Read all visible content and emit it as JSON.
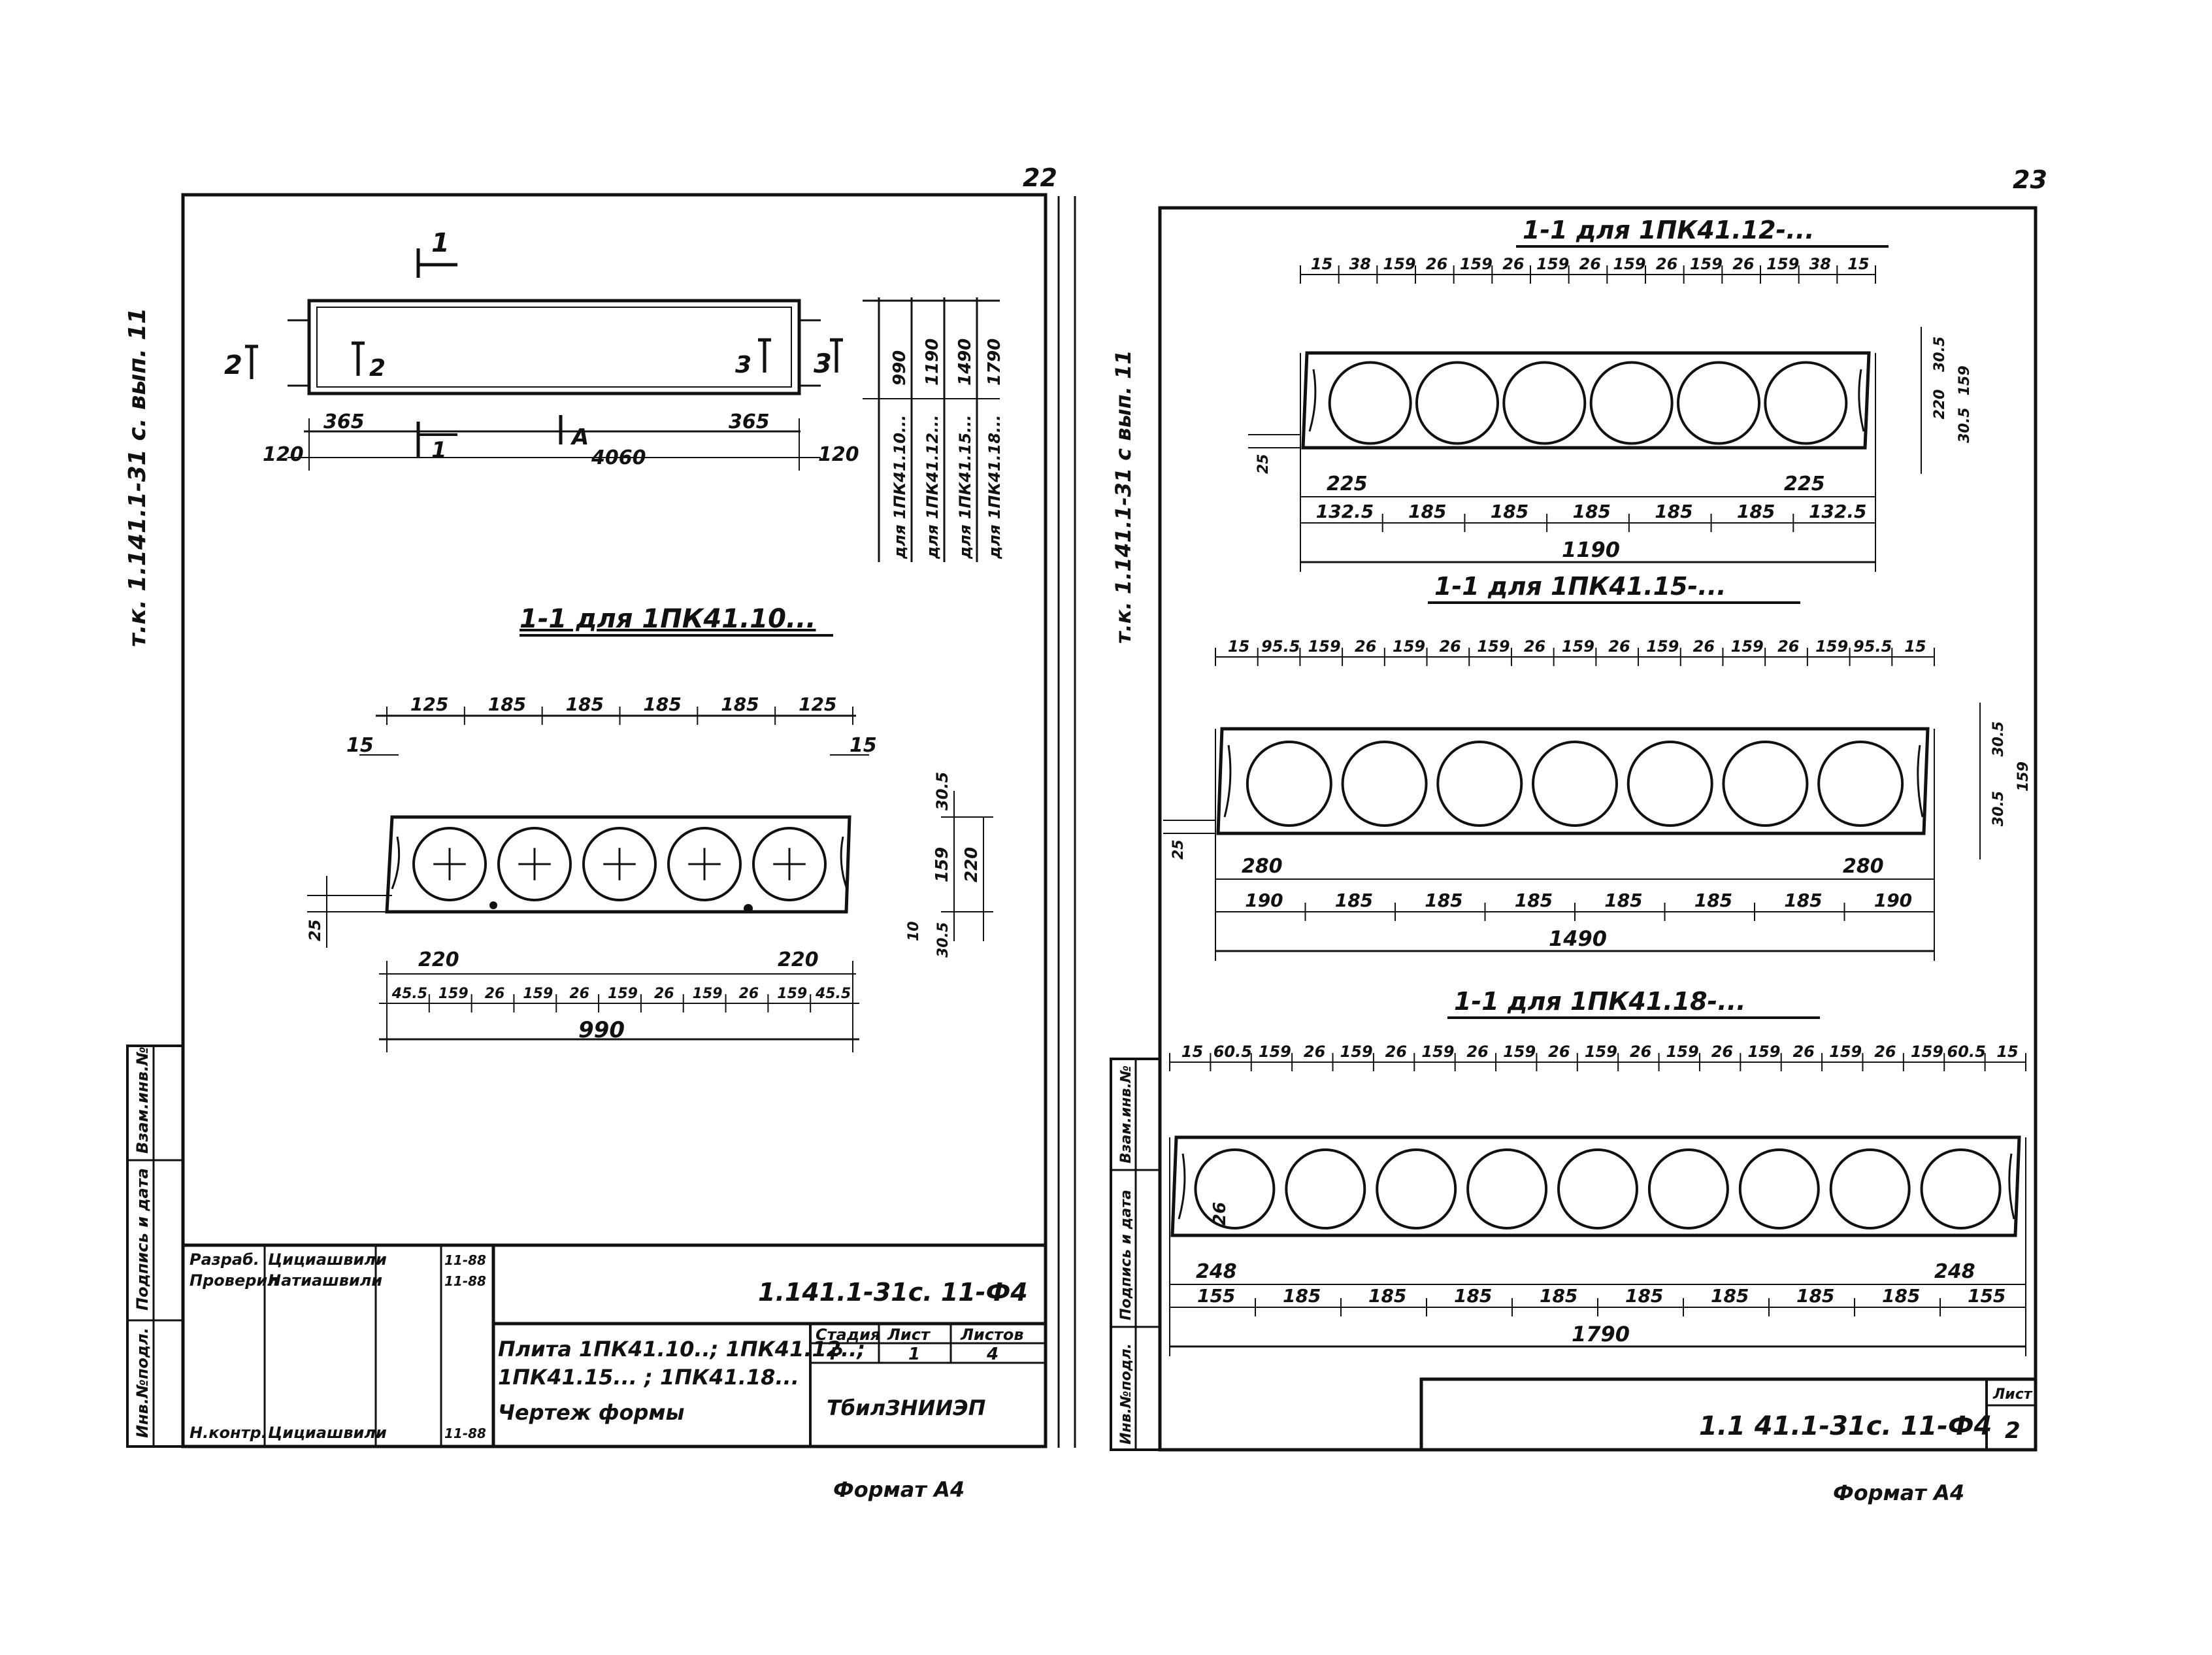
{
  "left_sheet": {
    "page_number": "22",
    "side_code": "т.к. 1.141.1-31 с. вып. 11",
    "plan": {
      "section_mark": "1",
      "section_left": "2",
      "section_left_inner": "2",
      "section_right": "3",
      "section_right_inner": "3",
      "view_letter": "A",
      "length": "4060",
      "end_offset_left": "365",
      "end_offset_right": "365",
      "end_dim_left": "120",
      "end_dim_right": "120",
      "widths": [
        "990",
        "1190",
        "1490",
        "1790"
      ],
      "width_labels": [
        "для 1ПК41.10...",
        "для 1ПК41.12...",
        "для 1ПК41.15...",
        "для 1ПК41.18..."
      ]
    },
    "section_1PK41_10": {
      "title": "1-1  для 1ПК41.10...",
      "top_dims": [
        "125",
        "185",
        "185",
        "185",
        "185",
        "125"
      ],
      "top_edge_left": "15",
      "top_edge_right": "15",
      "right_dims": [
        "30.5",
        "159",
        "220"
      ],
      "right_bottom": [
        "10",
        "30.5"
      ],
      "left_dim": "25",
      "bottom_225": [
        "220",
        "220"
      ],
      "bottom_dims": [
        "45.5",
        "159",
        "26",
        "159",
        "26",
        "159",
        "26",
        "159",
        "26",
        "159",
        "45.5"
      ],
      "total": "990"
    },
    "title_block": {
      "roles": [
        "Разраб.",
        "Проверил",
        "",
        "",
        "",
        "Н.контр."
      ],
      "names": [
        "Цициашвили",
        "Натиашвили",
        "",
        "",
        "",
        "Цициашвили"
      ],
      "dates": [
        "11-88",
        "11-88",
        "",
        "",
        "",
        "11-88"
      ],
      "doc_code": "1.141.1-31с. 11-Ф4",
      "description_line1": "Плита 1ПК41.10..; 1ПК41.12..;",
      "description_line2": "1ПК41.15...    ; 1ПК41.18...",
      "description_line3": "Чертеж формы",
      "stage_header": "Стадия",
      "sheet_header": "Лист",
      "sheets_header": "Листов",
      "stage": "Р",
      "sheet": "1",
      "sheets": "4",
      "org": "ТбилЗНИИЭП",
      "side_cells": [
        "Взам.инв.№",
        "Подпись и дата",
        "Инв.№подл."
      ]
    },
    "format": "Формат А4"
  },
  "right_sheet": {
    "page_number": "23",
    "side_code": "т.к. 1.141.1-31 с вып. 11",
    "section_12": {
      "title": "1-1  для 1ПК41.12-...",
      "top_dims": [
        "15",
        "38",
        "159",
        "26",
        "159",
        "26",
        "159",
        "26",
        "159",
        "26",
        "159",
        "26",
        "159",
        "38",
        "15"
      ],
      "right_dims": [
        "30.5",
        "159",
        "220",
        "30.5"
      ],
      "left_dim": "25",
      "mid_dims": [
        "225",
        "225"
      ],
      "bottom_dims": [
        "132.5",
        "185",
        "185",
        "185",
        "185",
        "185",
        "132.5"
      ],
      "total": "1190"
    },
    "section_15": {
      "title": "1-1  для 1ПК41.15-...",
      "top_dims": [
        "15",
        "95.5",
        "159",
        "26",
        "159",
        "26",
        "159",
        "26",
        "159",
        "26",
        "159",
        "26",
        "159",
        "26",
        "159",
        "95.5",
        "15"
      ],
      "right_dims": [
        "30.5",
        "159",
        "30.5"
      ],
      "left_dim": "25",
      "mid_dims": [
        "280",
        "280"
      ],
      "bottom_dims": [
        "190",
        "185",
        "185",
        "185",
        "185",
        "185",
        "185",
        "190"
      ],
      "total": "1490"
    },
    "section_18": {
      "title": "1-1  для 1ПК41.18-...",
      "top_dims": [
        "15",
        "60.5",
        "159",
        "26",
        "159",
        "26",
        "159",
        "26",
        "159",
        "26",
        "159",
        "26",
        "159",
        "26",
        "159",
        "26",
        "159",
        "26",
        "159",
        "60.5",
        "15"
      ],
      "hole_dim": "26",
      "mid_dims": [
        "248",
        "248"
      ],
      "bottom_dims": [
        "155",
        "185",
        "185",
        "185",
        "185",
        "185",
        "185",
        "185",
        "185",
        "155"
      ],
      "total": "1790"
    },
    "title_block": {
      "doc_code": "1.1 41.1-31с. 11-Ф4",
      "sheet_header": "Лист",
      "sheet": "2",
      "side_cells": [
        "Взам.инв.№",
        "Подпись и дата",
        "Инв.№подл."
      ]
    },
    "format": "Формат А4"
  }
}
